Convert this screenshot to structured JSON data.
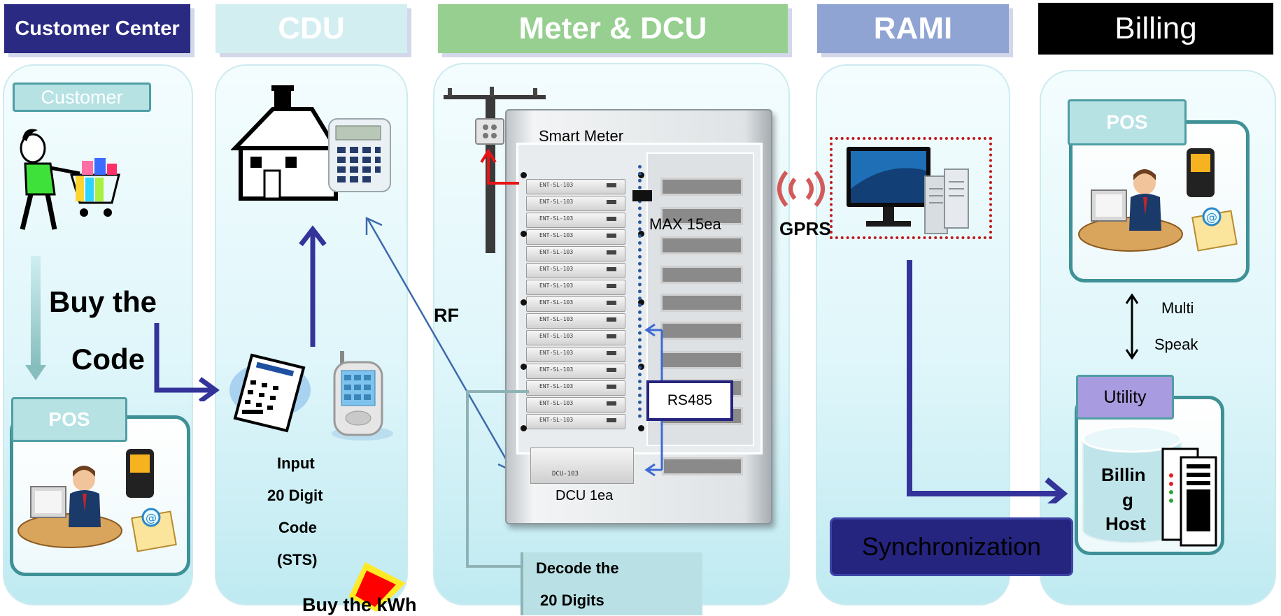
{
  "headers": {
    "customer_center": "Customer Center",
    "cdu": "CDU",
    "meter_dcu": "Meter & DCU",
    "rami": "RAMI",
    "billing": "Billing"
  },
  "customer_center": {
    "customer_label": "Customer",
    "buy_line1": "Buy the",
    "buy_line2": "Code",
    "pos_label": "POS"
  },
  "cdu": {
    "input_line1": "Input",
    "input_line2": "20 Digit",
    "input_line3": "Code",
    "input_line4": "(STS)",
    "buy_kwh": "Buy the kWh"
  },
  "meter": {
    "smart_meter": "Smart Meter",
    "max_label": "MAX 15ea",
    "rs485": "RS485",
    "dcu_label": "DCU 1ea",
    "rf": "RF",
    "decode_line1": "Decode the",
    "decode_line2": "20 Digits",
    "unit_label": "ENT-SL-103",
    "dcu_unit_label": "DCU-103"
  },
  "rami": {
    "gprs": "GPRS",
    "sync": "Synchronization"
  },
  "billing": {
    "pos_label": "POS",
    "multi": "Multi",
    "speak": "Speak",
    "utility_label": "Utility",
    "host_line1": "Billin",
    "host_line2": "g",
    "host_line3": "Host"
  },
  "colors": {
    "customer_header": "#2b2a82",
    "cdu_header": "#d3eef1",
    "meter_header": "#96cf8f",
    "rami_header": "#8fa4d3",
    "billing_header": "#000000",
    "arrow": "#33339a",
    "tab": "#b6e2e4",
    "utility_tab": "#a99be0"
  }
}
